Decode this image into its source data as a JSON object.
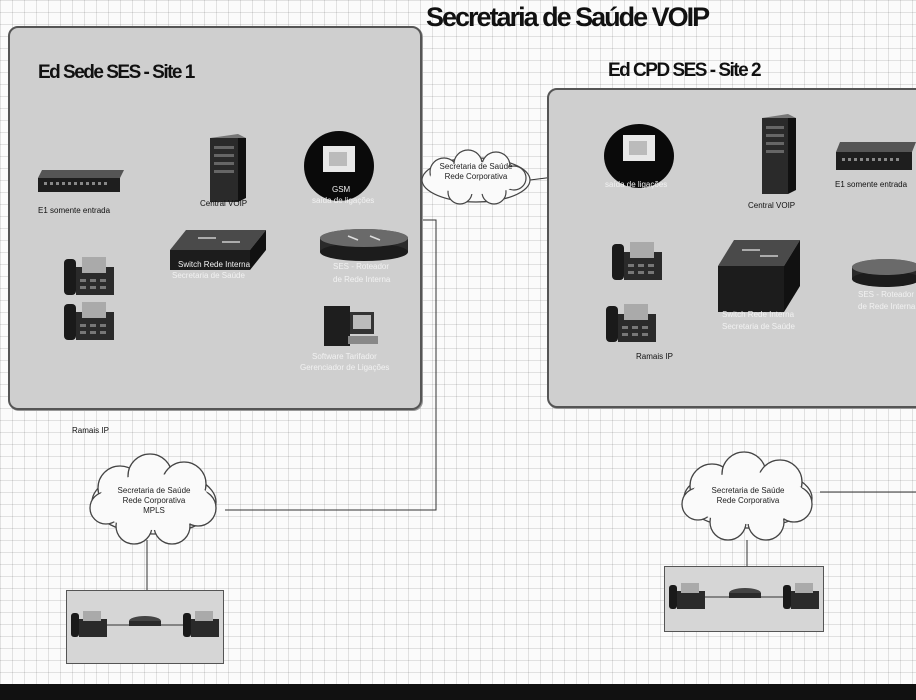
{
  "title": "Secretaria de Saúde VOIP",
  "site1": {
    "title": "Ed Sede SES - Site 1",
    "e1_label": "E1 somente entrada",
    "central_label": "Central VOIP",
    "gsm_label": "GSM",
    "gsm_sub": "saída de ligações",
    "switch_label_1": "Switch Rede Interna",
    "switch_label_2": "Secretaria de Saúde",
    "router_label_1": "SES - Roteador",
    "router_label_2": "de Rede Interna",
    "software_label_1": "Software Tarifador",
    "software_label_2": "Gerenciador de Ligações"
  },
  "site2": {
    "title": "Ed CPD SES - Site 2",
    "e1_label": "E1 somente entrada",
    "central_label": "Central VOIP",
    "gsm_label": "saída de ligações",
    "switch_label_1": "Switch Rede Interna",
    "switch_label_2": "Secretaria de Saúde",
    "router_label_1": "SES - Roteador",
    "router_label_2": "de Rede Interna",
    "ramais_label": "Ramais IP"
  },
  "cloud_top": {
    "line1": "Secretaria de Saúde",
    "line2": "Rede Corporativa"
  },
  "ramais_left": "Ramais IP",
  "cloud_left": {
    "line1": "Secretaria de Saúde",
    "line2": "Rede Corporativa",
    "line3": "MPLS"
  },
  "cloud_right": {
    "line1": "Secretaria de Saúde",
    "line2": "Rede Corporativa"
  }
}
